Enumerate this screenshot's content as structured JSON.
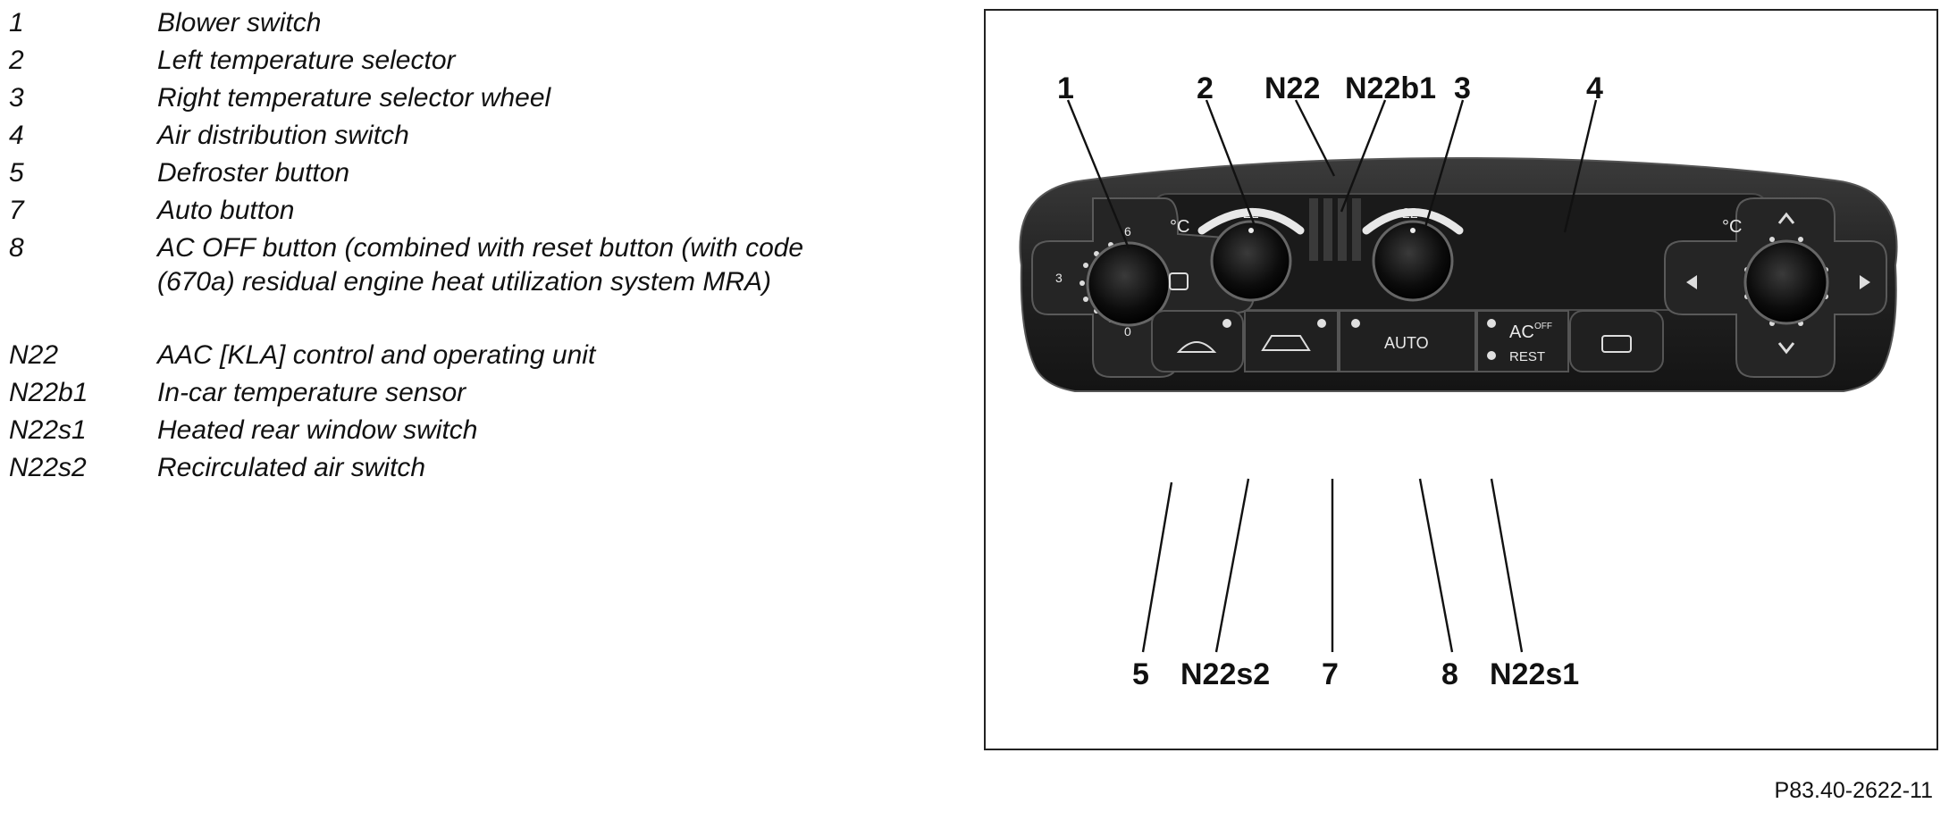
{
  "legend": [
    {
      "key": "1",
      "desc": "Blower switch"
    },
    {
      "key": "2",
      "desc": "Left temperature selector"
    },
    {
      "key": "3",
      "desc": "Right temperature selector wheel"
    },
    {
      "key": "4",
      "desc": "Air distribution switch"
    },
    {
      "key": "5",
      "desc": "Defroster button"
    },
    {
      "key": "7",
      "desc": "Auto button"
    },
    {
      "key": "8",
      "desc": "AC OFF button (combined with reset button (with code"
    },
    {
      "key": "",
      "desc": "(670a) residual engine heat utilization system MRA)"
    },
    {
      "key": "N22",
      "desc": "AAC [KLA] control and operating unit"
    },
    {
      "key": "N22b1",
      "desc": "In-car temperature sensor"
    },
    {
      "key": "N22s1",
      "desc": "Heated rear window switch"
    },
    {
      "key": "N22s2",
      "desc": "Recirculated air switch"
    }
  ],
  "figure": {
    "callouts_top": [
      "1",
      "2",
      "N22",
      "N22b1",
      "3",
      "4"
    ],
    "callouts_bottom": [
      "5",
      "N22s2",
      "7",
      "8",
      "N22s1"
    ],
    "panel": {
      "temp_unit": "°C",
      "temp_value": "22",
      "blower_max": "6",
      "blower_mid": "3",
      "blower_min": "0",
      "auto_label": "AUTO",
      "ac_label": "AC",
      "ac_sup": "OFF",
      "rest_label": "REST"
    }
  },
  "figure_ref": "P83.40-2622-11"
}
